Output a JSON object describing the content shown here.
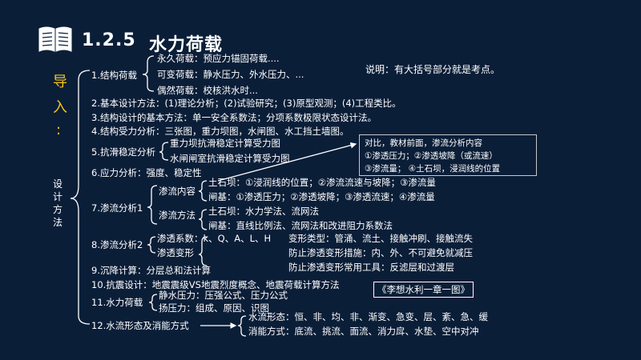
{
  "header": {
    "section": "1.2.5",
    "title": "水力荷载"
  },
  "note": "说明：有大括号部分就是考点。",
  "left_labels": {
    "intro_top": "导",
    "intro_mid": "入",
    "intro_colon": ":",
    "method": "设\n计\n方\n法"
  },
  "item1": {
    "label": "1.结构荷载",
    "sub": [
      "永久荷载：预应力锚固荷载....",
      "可变荷载：静水压力、外水压力、...",
      "偶然荷载：校核洪水时..."
    ]
  },
  "items_plain": {
    "i2": "2.基本设计方法：(1)理论分析；(2)试验研究；(3)原型观测；(4)工程类比。",
    "i3": "3.结构设计的基本方法：单一安全系数法；分项系数极限状态设计法。",
    "i4": "4.结构受力分析：三张图，重力坝图，水闸图、水工挡土墙图。",
    "i6": "6.应力分析：强度、稳定性",
    "i9": "9.沉降计算：分层总和法计算",
    "i10": "10.抗震设计：地震震级VS地震烈度概念、地震荷载计算方法"
  },
  "item5": {
    "label": "5.抗滑稳定分析",
    "sub": [
      "重力坝抗滑稳定计算受力图",
      "水闸闸室抗滑稳定计算受力图"
    ]
  },
  "notebox": {
    "line1": "对比，教材前面，渗流分析内容",
    "line2": "①渗透压力；②渗透坡降（或流速）",
    "line3": "③渗流量；  ④土石坝，浸润线的位置"
  },
  "item7": {
    "label": "7.渗流分析1",
    "content_label": "渗流内容",
    "content": [
      "土石坝：①浸润线的位置；②渗流流速与坡降；③渗流量",
      "闸基：①渗透压力；②渗透坡降；③渗透流速；④渗流量"
    ],
    "method_label": "渗流方法",
    "method": [
      "土石坝：水力学法、流网法",
      "闸基：直线比例法、流网法和改进阻力系数法"
    ]
  },
  "item8": {
    "label": "8.渗流分析2",
    "coef": "渗透系数：k、Q、A、L、H",
    "deform_label": "渗透变形",
    "deform": [
      "变形类型：管涌、流土、接触冲刷、接触流失",
      "防止渗透变形措施：内、外、不可避免就减压",
      "防止渗透变形常用工具：反滤层和过渡层"
    ]
  },
  "badge": "《李想水利一章一图》",
  "item11": {
    "label": "11.水力荷载",
    "sub": [
      "静水压力：压强公式、压力公式",
      "扬压力：组成、原因、识图"
    ]
  },
  "item12": {
    "label": "12.水流形态及消能方式",
    "sub": [
      "水流形态：恒、非、均、非、渐变、急变、层、紊、急、缓",
      "消能方式：底流、挑流、面流、消力戽、水垫、空中对冲"
    ]
  },
  "colors": {
    "background": "#0b1e38",
    "accent": "#f5c518",
    "text": "#ffffff"
  }
}
